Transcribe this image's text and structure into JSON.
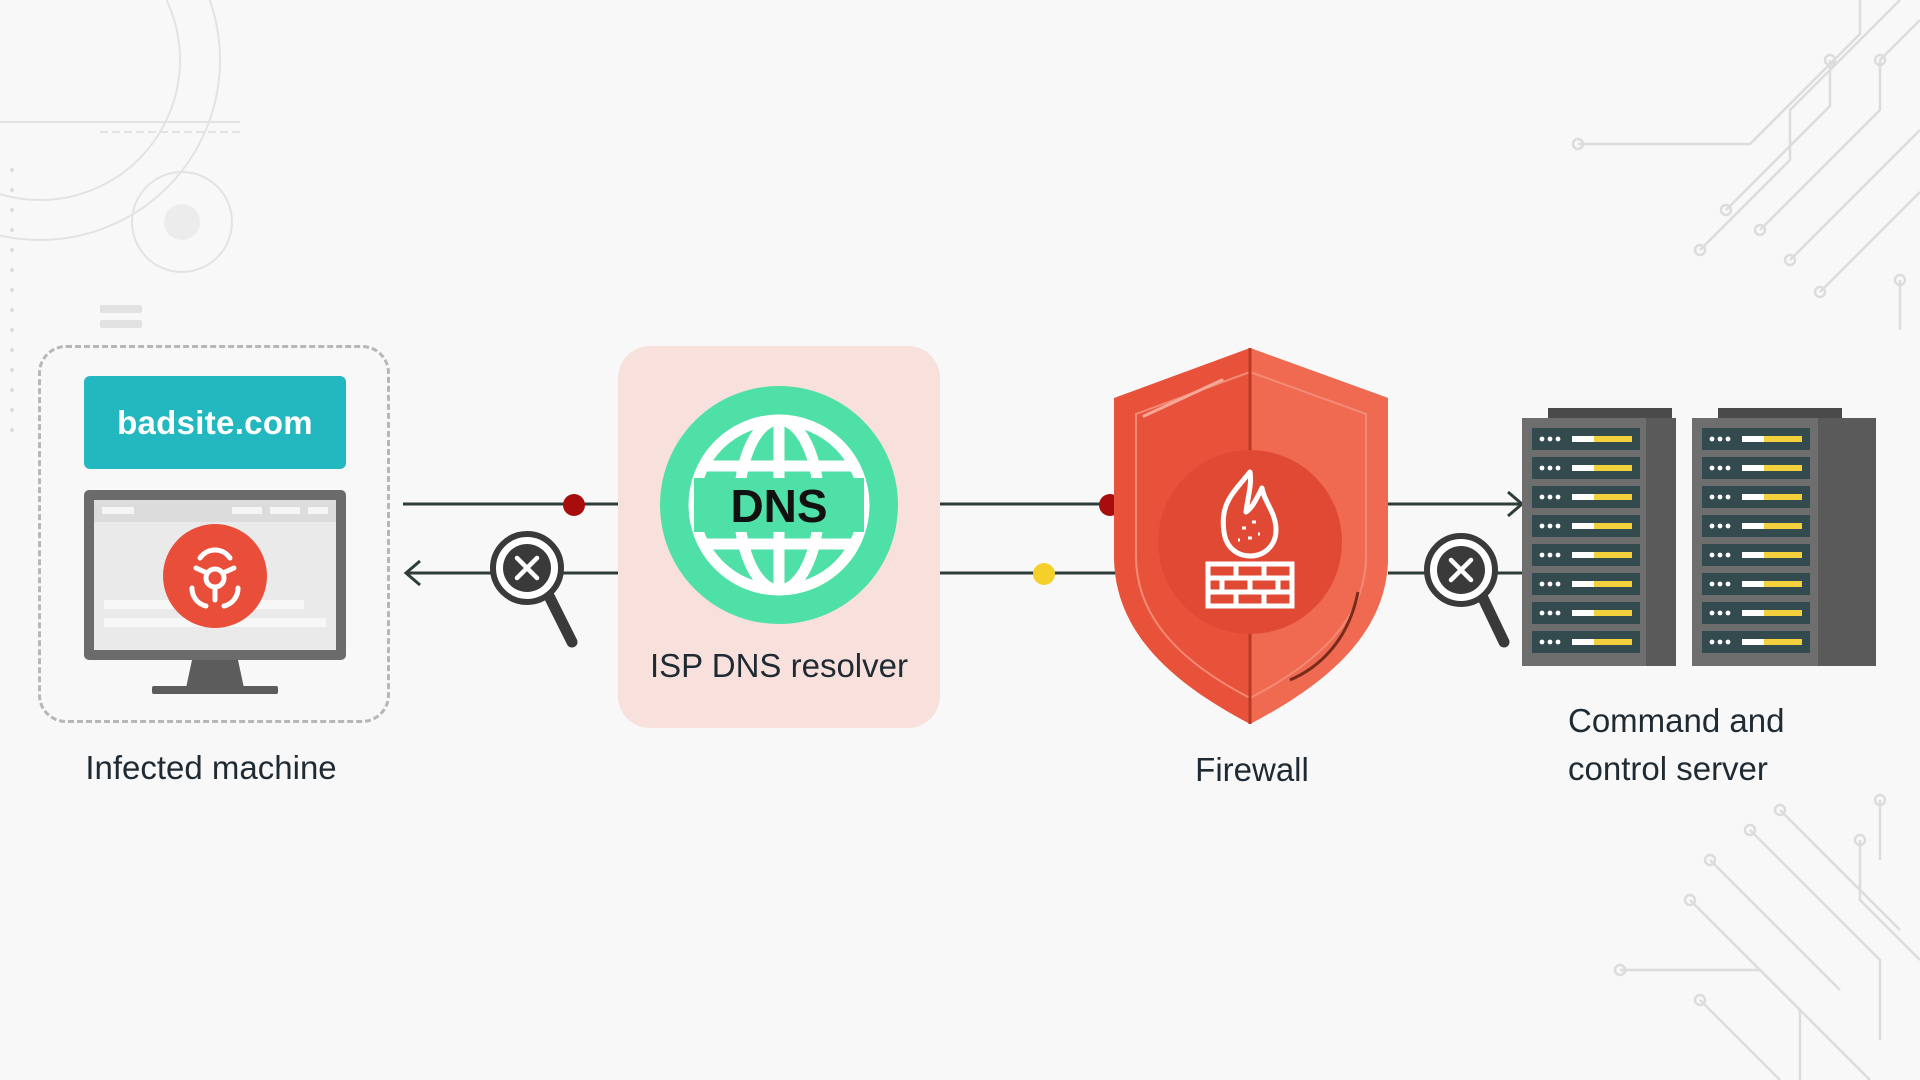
{
  "nodes": {
    "infected_machine": {
      "label": "Infected machine",
      "url_badge": "badsite.com"
    },
    "dns_resolver": {
      "label": "ISP DNS resolver",
      "globe_text": "DNS"
    },
    "firewall": {
      "label": "Firewall"
    },
    "cc_server": {
      "label": "Command and control server"
    }
  },
  "colors": {
    "background": "#f8f8f8",
    "badge_teal": "#23b8c0",
    "dns_panel": "#f8e1dc",
    "globe_green": "#4fe0a8",
    "firewall_red": "#e9523a",
    "biohazard_red": "#e94e3a",
    "server_gray": "#6e6e6e",
    "server_led_yellow": "#f3d13c",
    "packet_red": "#a80d0d",
    "packet_yellow": "#f5d02a",
    "line_dark": "#2e3d3a"
  },
  "icons": [
    "biohazard-icon",
    "globe-icon",
    "shield-icon",
    "flame-icon",
    "brick-wall-icon",
    "magnifier-blocked-icon",
    "server-rack-icon"
  ]
}
